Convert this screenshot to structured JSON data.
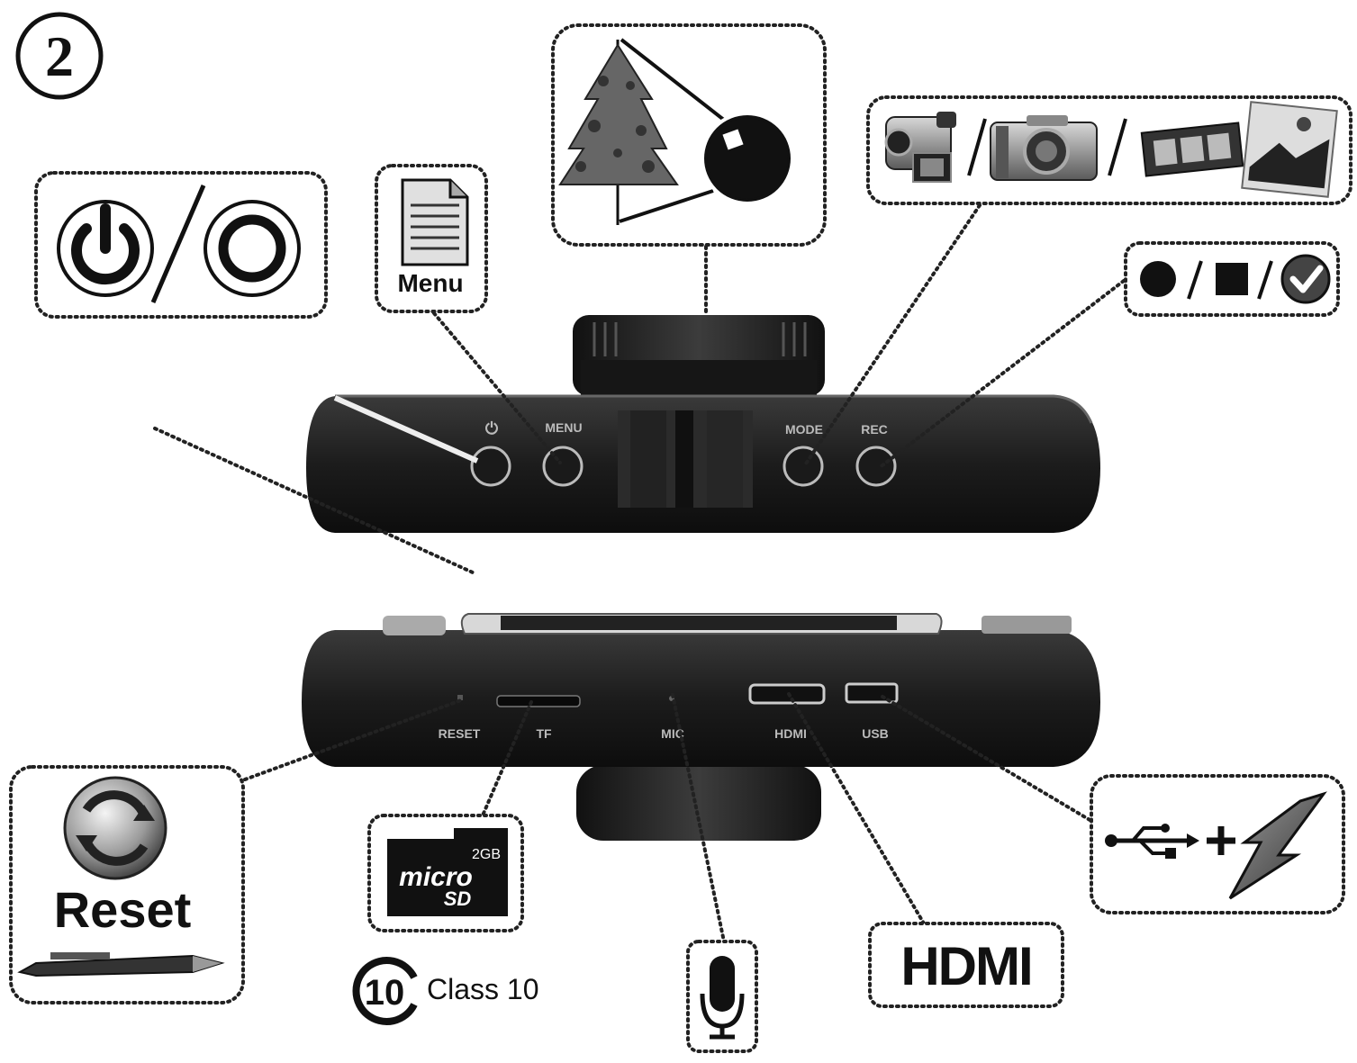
{
  "step_number": "2",
  "top_panel": {
    "power_label": "⏻",
    "menu_label": "MENU",
    "mode_label": "MODE",
    "rec_label": "REC"
  },
  "bottom_panel": {
    "reset_label": "RESET",
    "tf_label": "TF",
    "mic_label": "MIC",
    "hdmi_label": "HDMI",
    "usb_label": "USB"
  },
  "callouts": {
    "menu_text": "Menu",
    "reset_text": "Reset",
    "card_capacity": "2GB",
    "card_brand": "micro",
    "card_sd": "SD",
    "class_badge_number": "10",
    "class_text": "Class 10",
    "hdmi_logo": "HDMI"
  },
  "icons": [
    "power-icon",
    "circle-icon",
    "document-icon",
    "tree-icon",
    "lens-icon",
    "camcorder-icon",
    "camera-icon",
    "filmstrip-icon",
    "photo-icon",
    "record-dot-icon",
    "stop-square-icon",
    "checkmark-icon",
    "reset-arrows-icon",
    "pen-icon",
    "microsd-icon",
    "class10-icon",
    "microphone-icon",
    "hdmi-icon",
    "usb-icon",
    "lightning-icon"
  ]
}
